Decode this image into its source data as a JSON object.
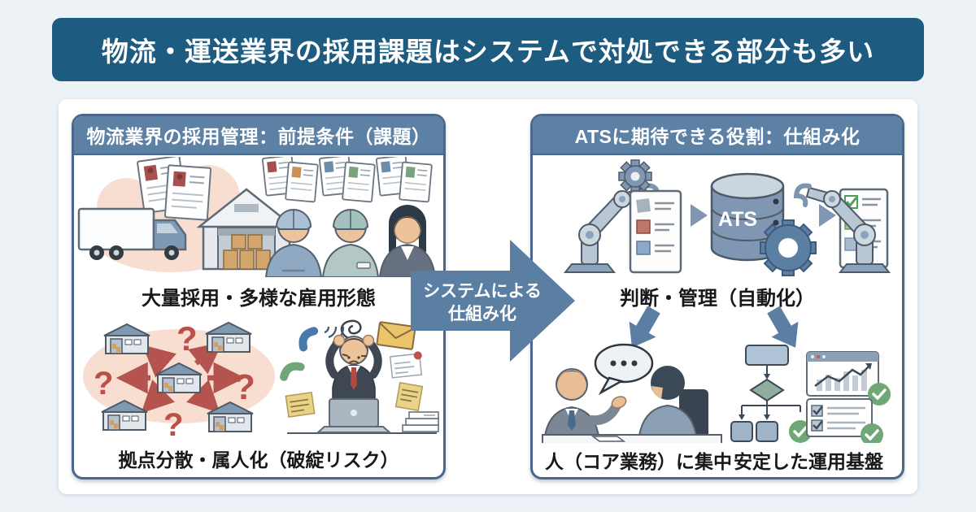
{
  "banner": {
    "title": "物流・運送業界の採用課題はシステムで対処できる部分も多い"
  },
  "flow_arrow": {
    "line1": "システムによる",
    "line2": "仕組み化"
  },
  "left_panel": {
    "header": "物流業界の採用管理：前提条件（課題）",
    "top_caption": "大量採用・多様な雇用形態",
    "bottom_caption": "拠点分散・属人化（破綻リスク）",
    "question_mark": "?"
  },
  "right_panel": {
    "header": "ATSに期待できる役割：仕組み化",
    "top_caption": "判断・管理（自動化）",
    "bottom_left_caption": "人（コア業務）に集中",
    "bottom_right_caption": "安定した運用基盤",
    "database_label": "ATS"
  },
  "icons": {
    "left_top": [
      "resume-documents",
      "truck",
      "warehouse-with-boxes",
      "worker-blue-cap",
      "worker-teal-cap",
      "worker-woman-suit"
    ],
    "left_bottom": [
      "warehouse-network",
      "red-question-marks",
      "stressed-worker",
      "phone-handsets",
      "mail-envelope",
      "sticky-notes",
      "laptop"
    ],
    "right_top": [
      "robot-arm",
      "gear",
      "document-list",
      "database-cylinder",
      "document-checked",
      "robot-arm-mirrored"
    ],
    "right_bottom": [
      "down-arrows",
      "interview-scene",
      "speech-bubble",
      "flowchart-with-checks",
      "chart-window",
      "checklist"
    ]
  },
  "colors": {
    "page_bg": "#edf2f7",
    "banner_bg": "#1d5c80",
    "card_bg": "#ffffff",
    "panel_border": "#4a688c",
    "panel_header_bg": "#5d80a5",
    "flow_arrow_fill": "#5b7ea3",
    "blob_pink": "#f7ded1",
    "accent_red": "#b5534e",
    "accent_green": "#6fa876",
    "steel_blue": "#7f97b2",
    "text_dark": "#17181a"
  }
}
